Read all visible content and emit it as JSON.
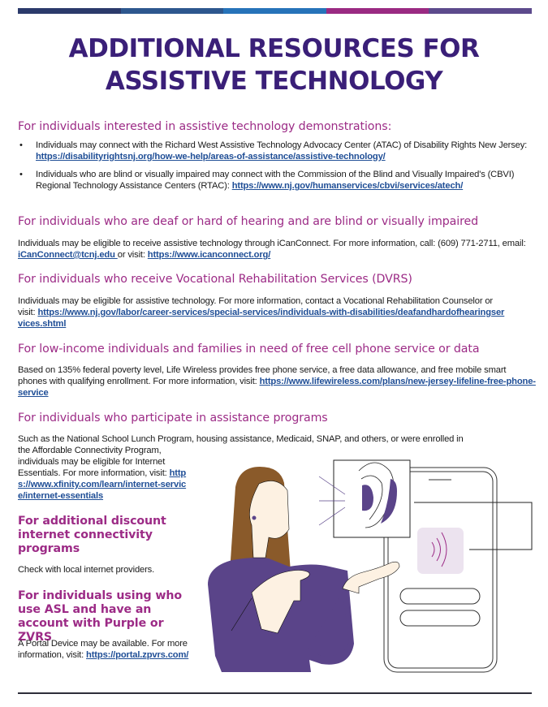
{
  "colors": {
    "bar": [
      "#2b3a6b",
      "#2d578e",
      "#2673b9",
      "#9a2a82",
      "#5c4a8c"
    ],
    "title": "#3a1f78",
    "heading": "#9c2b86",
    "link": "#1f4e96",
    "purple_shirt": "#5a4489",
    "hair": "#8a5a2a",
    "skin": "#fdf1e2",
    "sound_tile": "#ece3ef"
  },
  "title": {
    "line1": "ADDITIONAL RESOURCES FOR",
    "line2": "ASSISTIVE TECHNOLOGY"
  },
  "sections": [
    {
      "heading": "For individuals interested in assistive technology demonstrations:",
      "bullets": [
        {
          "text": "Individuals may connect with the Richard West Assistive Technology Advocacy Center (ATAC) of Disability Rights New Jersey: ",
          "link": "https://disabilityrightsnj.org/how-we-help/areas-of-assistance/assistive-technology/"
        },
        {
          "text": "Individuals who are blind or visually impaired may connect with the Commission of the Blind and Visually Impaired's (CBVI) Regional Technology Assistance Centers (RTAC): ",
          "link": "https://www.nj.gov/humanservices/cbvi/services/atech/"
        }
      ]
    },
    {
      "heading": "For individuals who are deaf or hard of hearing and are blind or visually impaired",
      "text1": "Individuals may be eligible to receive assistive technology through iCanConnect. For more information, call: (609) 771-2711, email:",
      "email": " iCanConnect@tcnj.edu ",
      "text2": "or visit: ",
      "link": "https://www.icanconnect.org/"
    },
    {
      "heading": "For individuals who receive Vocational Rehabilitation Services (DVRS)",
      "text": "Individuals may be eligible for assistive technology. For more information, contact a Vocational Rehabilitation Counselor or visit: ",
      "link": "https://www.nj.gov/labor/career-services/special-services/individuals-with-disabilities/deafandhardofhearingservices.shtml"
    },
    {
      "heading": "For low-income individuals and families in need of free cell phone service or data",
      "text": "Based on 135% federal poverty level, Life Wireless provides free phone service, a free data allowance, and free mobile smart phones with qualifying enrollment. For more information, visit:  ",
      "link": "https://www.lifewireless.com/plans/new-jersey-lifeline-free-phone-service"
    },
    {
      "heading": "For individuals who participate in assistance programs",
      "text_line1": "Such as the National School Lunch Program, housing assistance, Medicaid, SNAP, and others, or were enrolled in",
      "text_rest": "the Affordable Connectivity Program, individuals may be eligible for Internet Essentials. For more information, visit: ",
      "link": "https://www.xfinity.com/learn/internet-service/internet-essentials"
    },
    {
      "heading": "For additional discount internet connectivity programs",
      "text": "Check with local internet providers."
    },
    {
      "heading": "For individuals using who use ASL and have an account with Purple or ZVRS",
      "text": "A Portal Device may be available. For more information, visit: ",
      "link": "https://portal.zpvrs.com/"
    }
  ],
  "illustration": {
    "description": "Woman with hearing aid pointing to herself next to magnified ear with hearing aid and smartphone showing sound icon",
    "icons": [
      "ear-hearing-aid-icon",
      "sound-waves-icon",
      "smartphone-icon"
    ]
  }
}
